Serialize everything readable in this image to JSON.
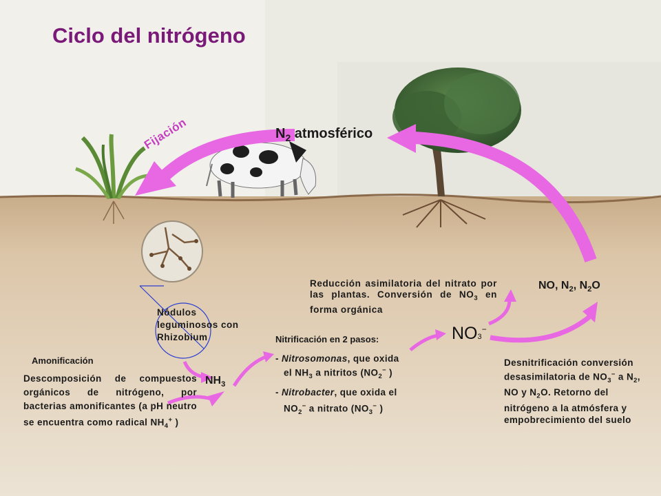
{
  "title": "Ciclo del nitrógeno",
  "atmos": {
    "main": "N",
    "sub": "2",
    "rest": " atmosférico"
  },
  "fijacion": "Fijación",
  "reduccion": {
    "line1": "Reducción asimilatoria del nitrato por las plantas. Conversión de NO",
    "sub": "3",
    "line2": " en forma orgánica"
  },
  "gases": {
    "p1": "NO, N",
    "s1": "2",
    "p2": ", N",
    "s2": "2",
    "p3": "O"
  },
  "nodulos": "Nódulos leguminosos con Rhizobium",
  "nitrificacion": "Nitrificación en 2 pasos:",
  "amonificacion": "Amonificación",
  "descomposicion": {
    "text": "Descomposición de compuestos orgánicos de nitrógeno, por bacterias amonificantes (a pH neutro se encuentra como radical NH",
    "sub": "4",
    "sup": "+",
    "end": " )"
  },
  "nh3": {
    "main": "NH",
    "sub": "3"
  },
  "nitrosomonas": {
    "dash": "- ",
    "name": "Nitrosomonas",
    "rest": ", que oxida",
    "l2a": "el NH",
    "l2sub": "3",
    "l2b": " a nitritos (NO",
    "l2sub2": "2",
    "l2sup": "−",
    "l2end": " )"
  },
  "nitrobacter": {
    "dash": "- ",
    "name": "Nitrobacter",
    "rest": ", que oxida el",
    "l2a": "NO",
    "l2sub": "2",
    "l2sup": "−",
    "l2b": "  a nitrato (NO",
    "l2sub2": "3",
    "l2sup2": "−",
    "l2end": " )"
  },
  "desnitrificacion": {
    "a": "Desnitrificación conversión desasimilatoria de NO",
    "sub1": "3",
    "sup1": "−",
    "b": " a N",
    "sub2": "2",
    "c": ", NO y N",
    "sub3": "2",
    "d": "O. Retorno del nitrógeno a la atmósfera y empobrecimiento del suelo"
  },
  "no3_formula": {
    "main": "NO",
    "sub": "3",
    "sup": "−"
  },
  "colors": {
    "title": "#7a1a78",
    "arrow": "#e867e2",
    "soil": "#d9c4a6",
    "sky": "#efede6"
  }
}
